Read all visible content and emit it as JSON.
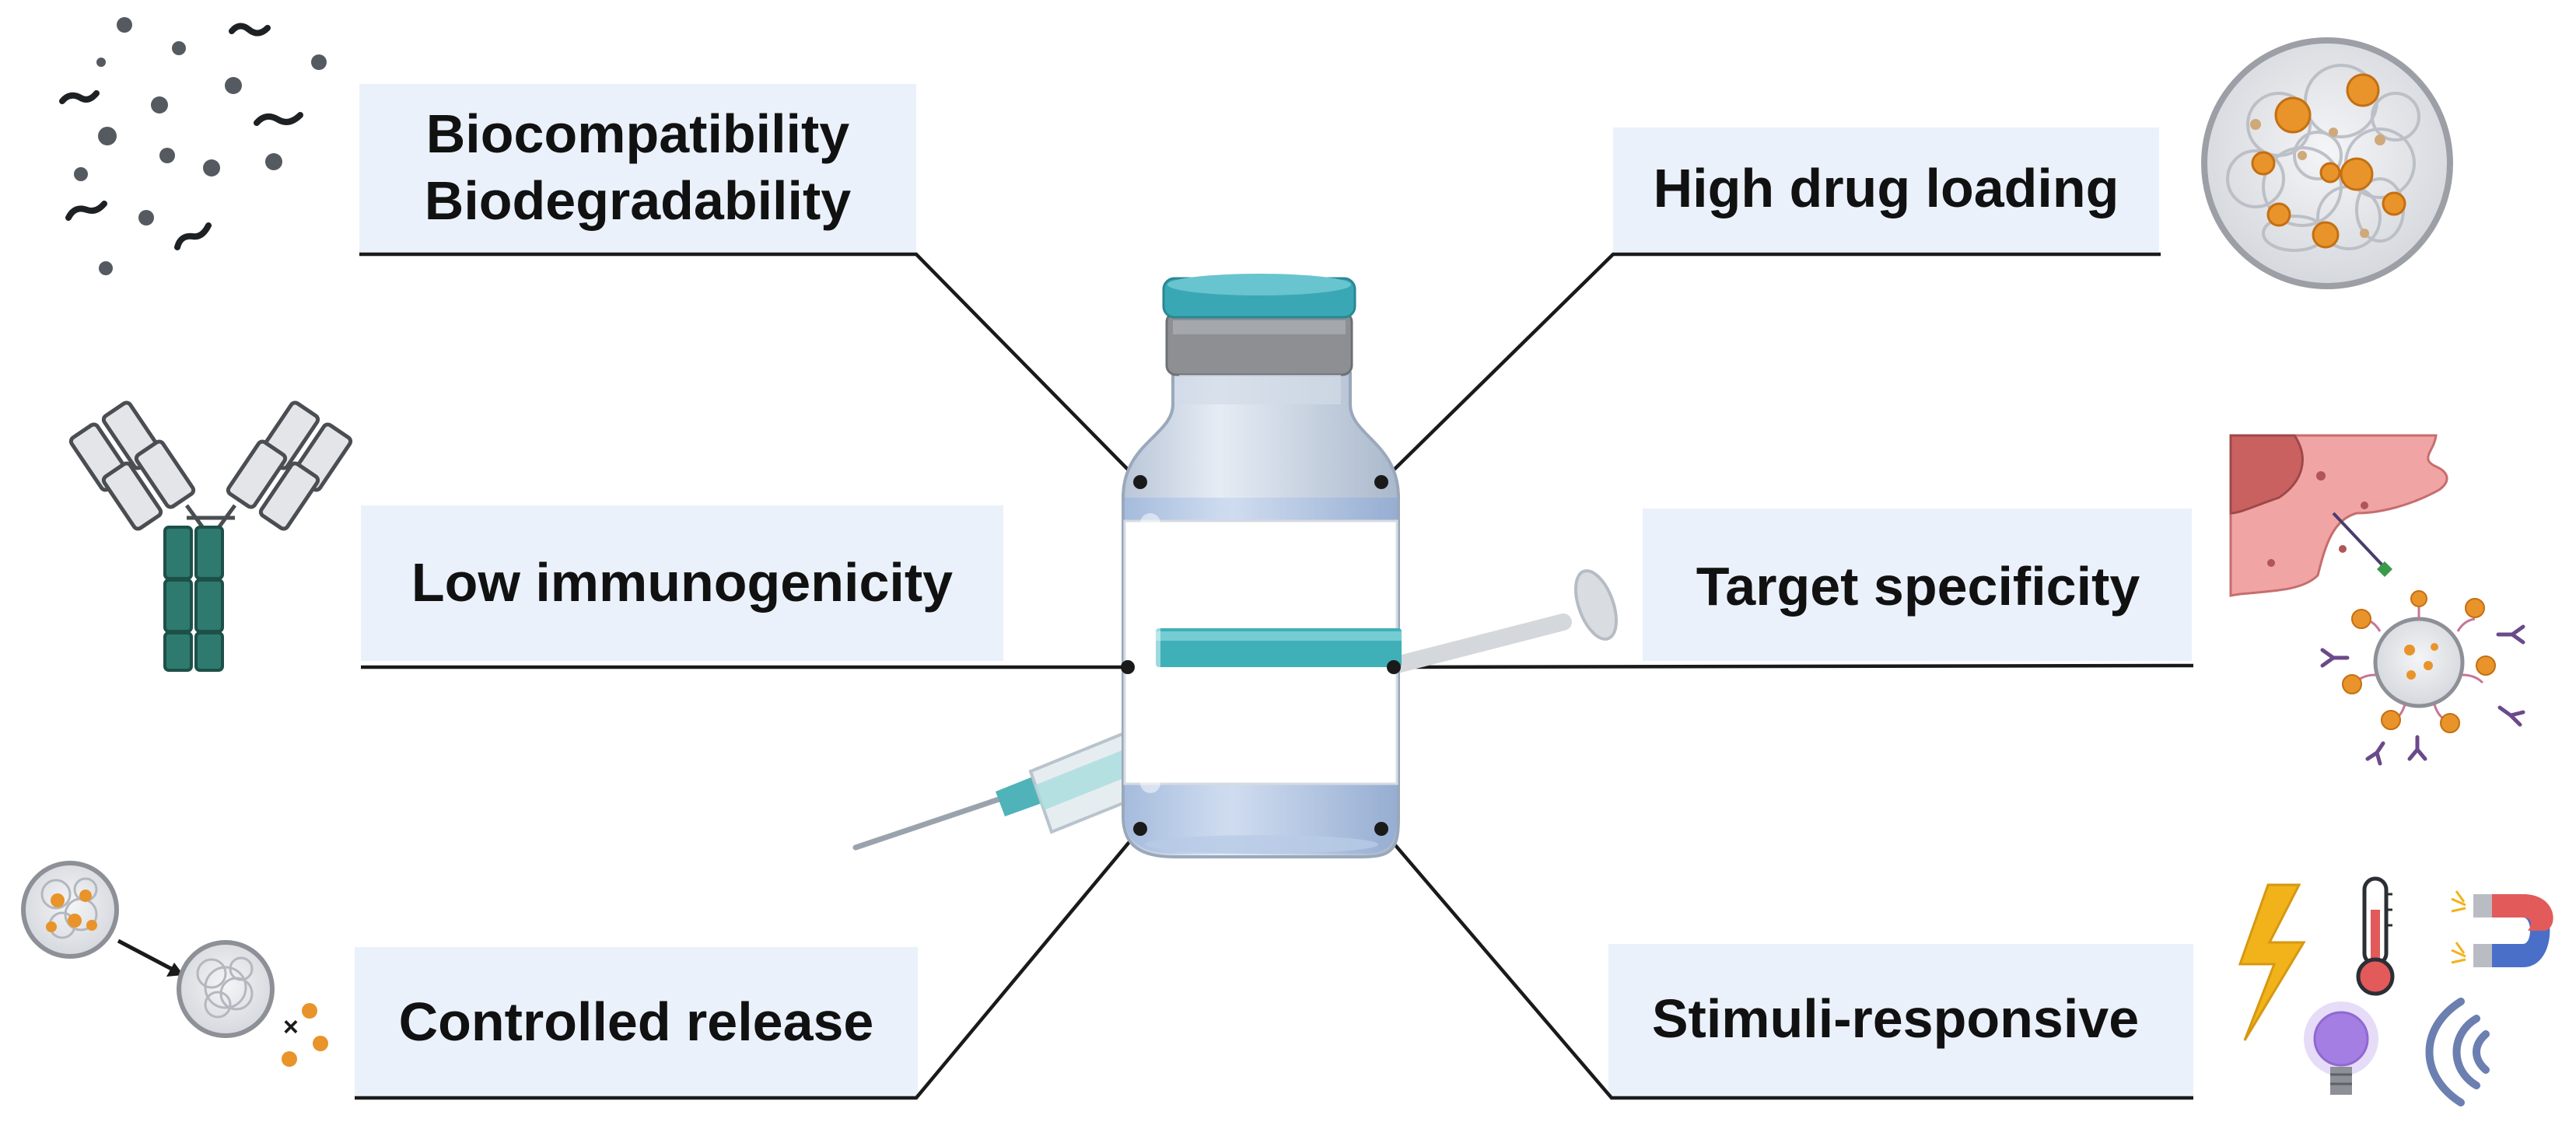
{
  "labels": {
    "biocompatibility": "Biocompatibility",
    "biodegradability": "Biodegradability",
    "high_drug_loading": "High drug loading",
    "low_immunogenicity": "Low immunogenicity",
    "target_specificity": "Target specificity",
    "controlled_release": "Controlled release",
    "stimuli_responsive": "Stimuli-responsive"
  },
  "icons": {
    "top_left": "polymer-fragments-icon",
    "top_right": "drug-loaded-nanogel-icon",
    "middle_left": "antibody-icon",
    "middle_right": "targeted-nanoparticle-cell-icon",
    "bottom_left": "drug-release-icon",
    "bottom_right": [
      "lightning-icon",
      "thermometer-icon",
      "magnet-icon",
      "light-bulb-icon",
      "ultrasound-waves-icon"
    ],
    "center": [
      "vial-icon",
      "syringe-icon"
    ]
  },
  "colors": {
    "label_box": "#eaf1fb",
    "vial_cap": "#3aa7b5",
    "vial_band": "#3fb0b8",
    "antibody_heavy": "#2e7a6e",
    "drug_particle": "#e8942a",
    "bolt": "#f2b21a",
    "bulb": "#9b6fe0",
    "magnet_red": "#e25a5a",
    "magnet_blue": "#4a6fc8",
    "cell": "#f0a4a4"
  }
}
